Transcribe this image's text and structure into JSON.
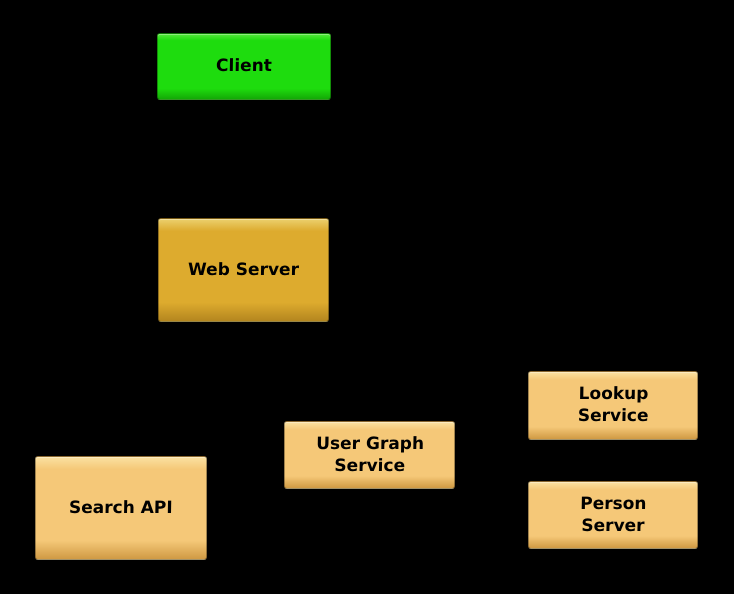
{
  "diagram": {
    "background_color": "#000000",
    "text_color": "#000000",
    "edge_note": "",
    "colors": {
      "client_fill": "#1edc0e",
      "web_server_fill": "#ddab2e",
      "service_fill": "#f5c878",
      "service_bevel_dark": "#d09a44",
      "service_bevel_light": "#fbe2a2"
    },
    "nodes": {
      "client": {
        "label": "Client"
      },
      "web_server": {
        "label": "Web Server"
      },
      "lookup_service": {
        "label": "Lookup\nService"
      },
      "user_graph_service": {
        "label": "User Graph\nService"
      },
      "search_api": {
        "label": "Search API"
      },
      "person_server": {
        "label": "Person\nServer"
      }
    }
  }
}
